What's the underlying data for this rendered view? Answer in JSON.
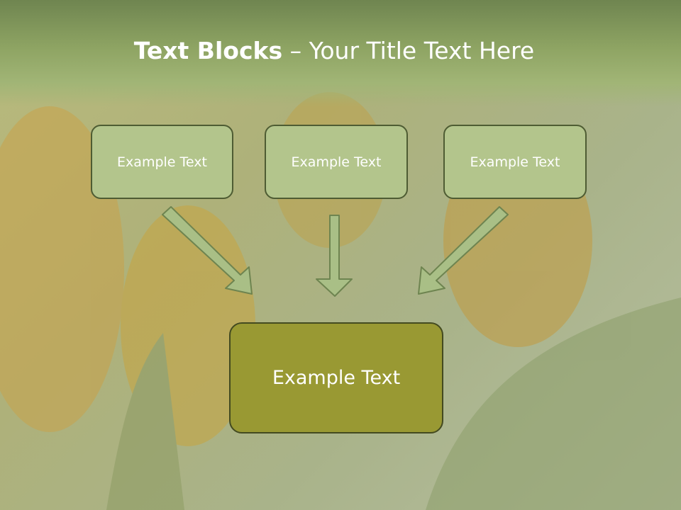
{
  "title": {
    "strong": "Text Blocks",
    "separator": " – ",
    "rest": "Your Title Text Here"
  },
  "boxes": {
    "top_left": "Example Text",
    "top_center": "Example Text",
    "top_right": "Example Text",
    "bottom": "Example Text"
  },
  "colors": {
    "box_fill": "#b3c58c",
    "bottom_box_fill": "#999933",
    "arrow_fill": "#a9bf86",
    "title_bar": "#8ea463"
  }
}
